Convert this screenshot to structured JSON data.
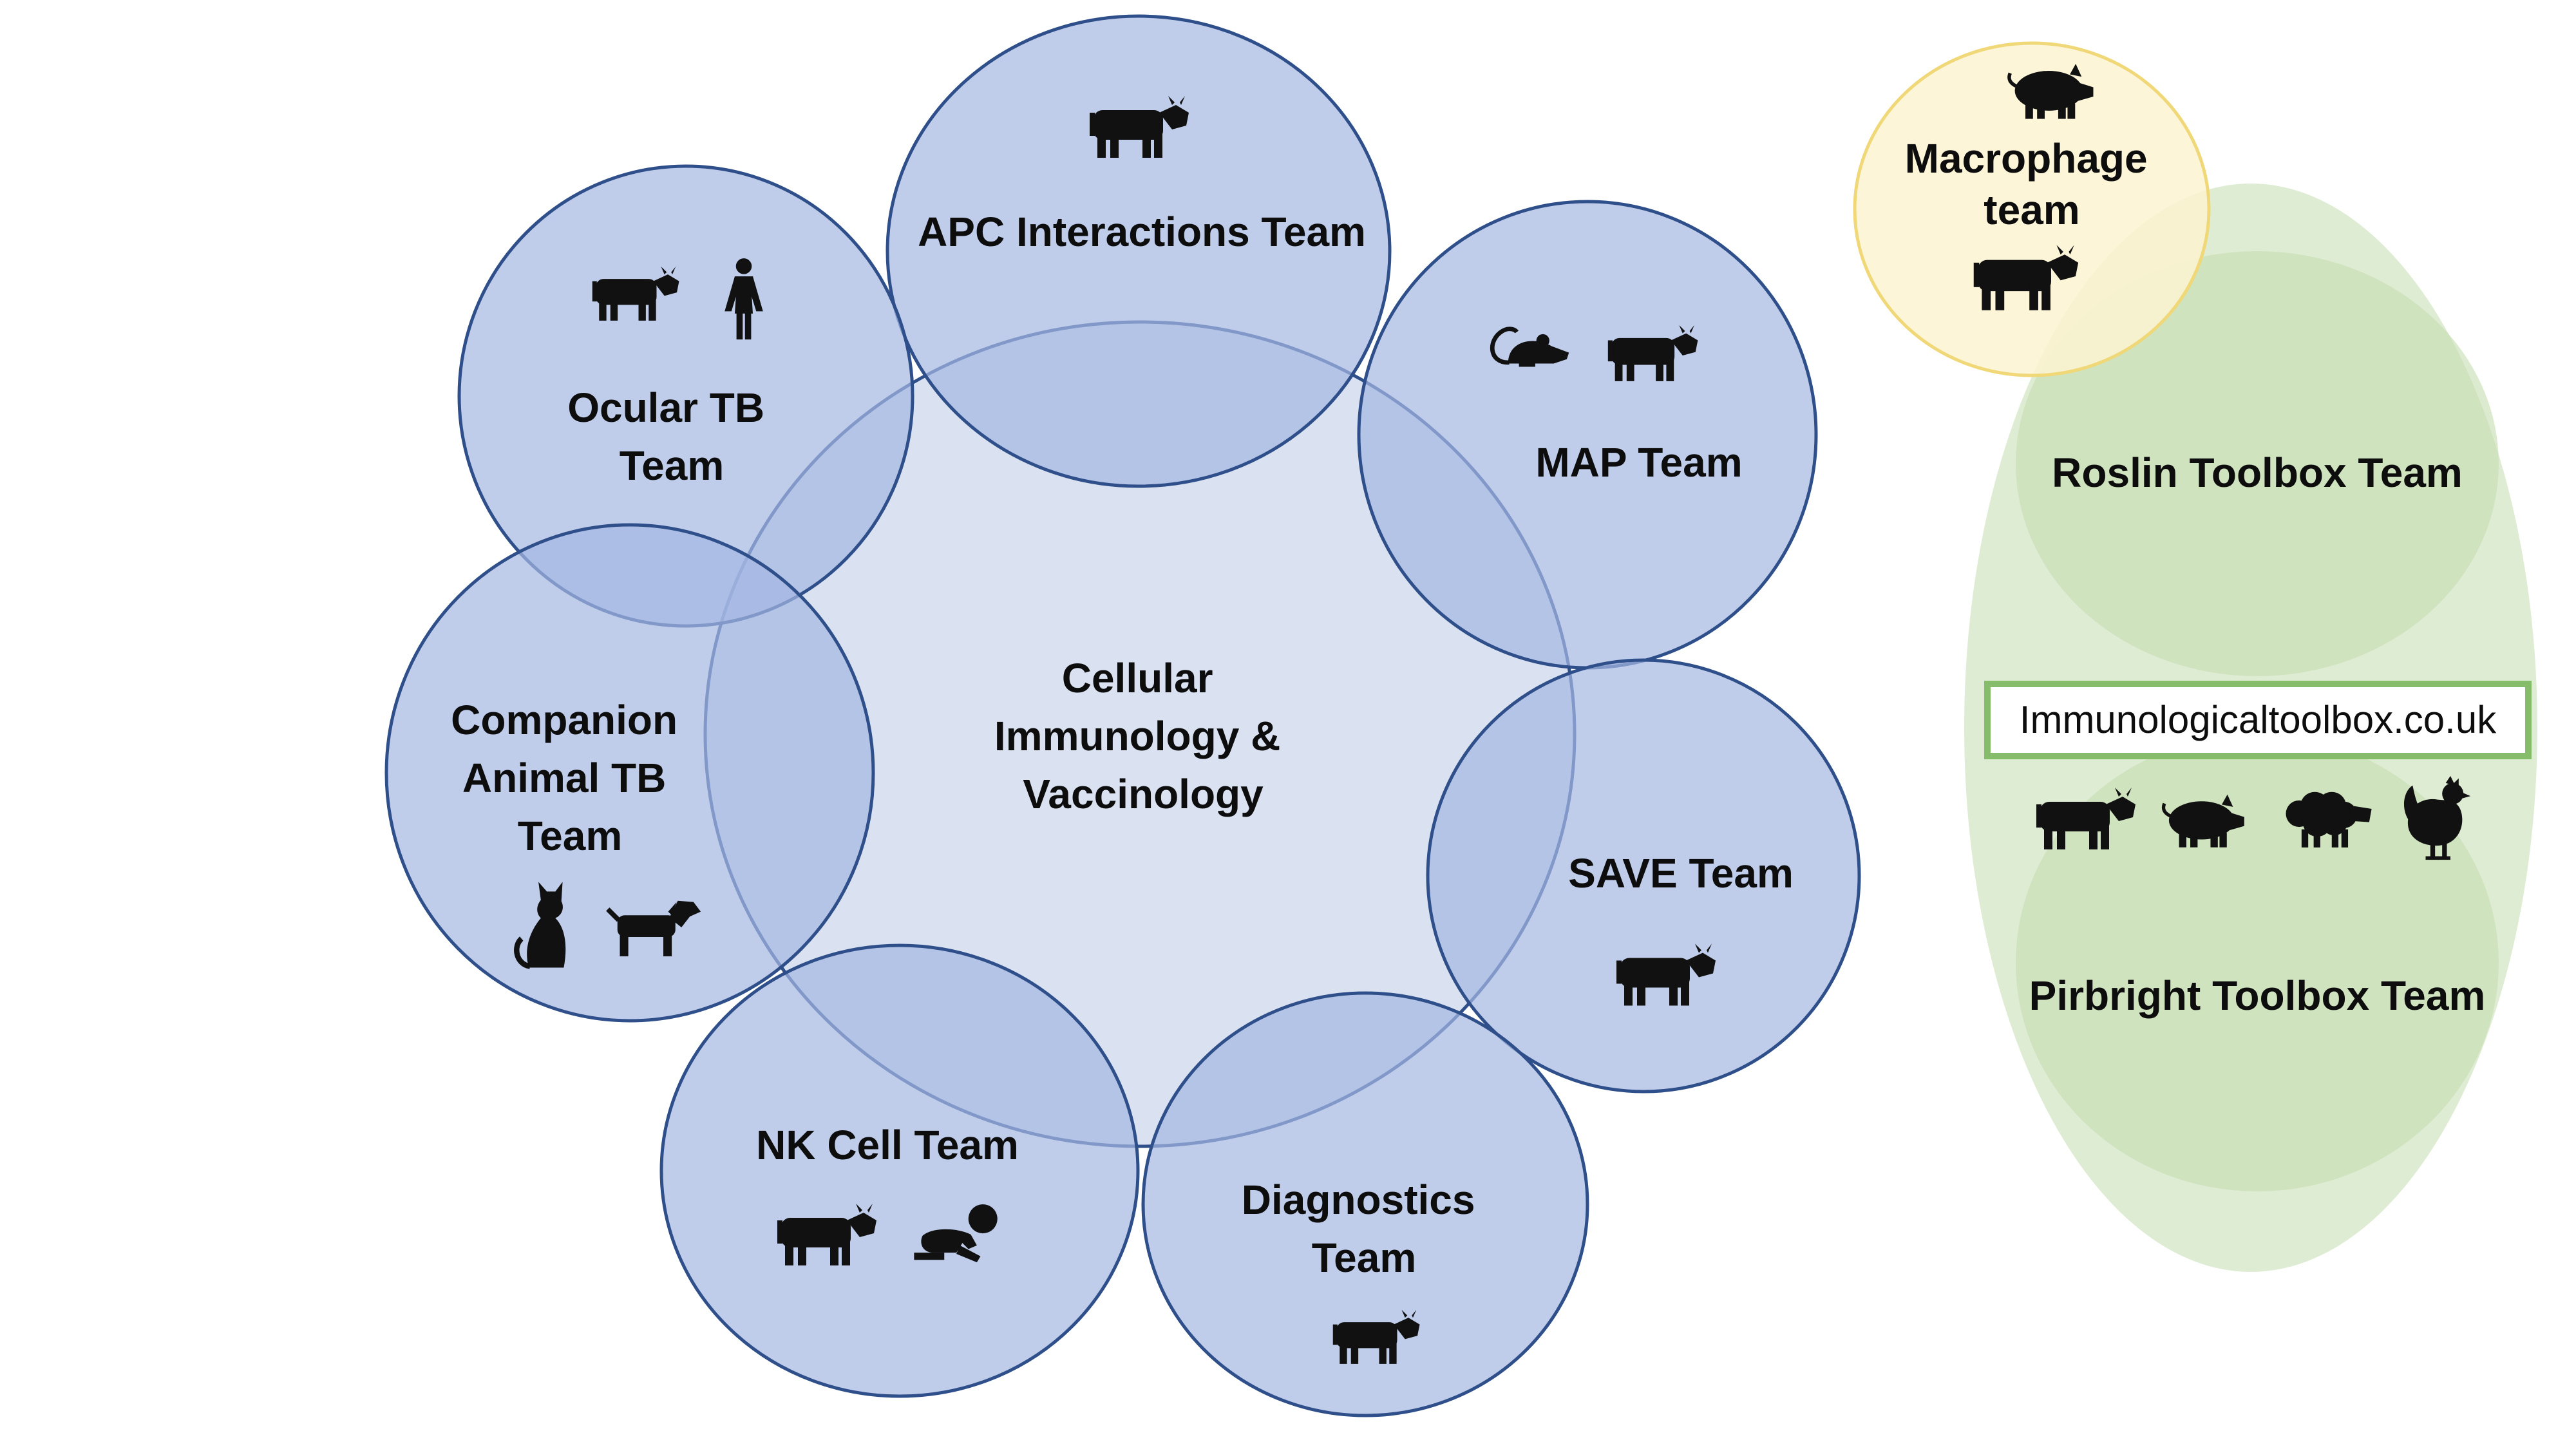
{
  "colors": {
    "center_fill": "#dae2f2",
    "team_fill": "#a4b8e2",
    "team_stroke": "#2f4f8a",
    "macrophage_fill": "#fdf3d0",
    "macrophage_stroke": "#f0d878",
    "toolbox_fill": "#c5ddb0",
    "link_border": "#86bd6a",
    "icon": "#111111"
  },
  "center": {
    "lines": [
      "Cellular",
      "Immunology &",
      "Vaccinology"
    ]
  },
  "teams": {
    "apc": {
      "lines": [
        "APC Interactions Team"
      ],
      "icons": [
        "cow-icon"
      ]
    },
    "ocular": {
      "lines": [
        "Ocular TB",
        "Team"
      ],
      "icons": [
        "cow-icon",
        "person-icon"
      ]
    },
    "map": {
      "lines": [
        "MAP Team"
      ],
      "icons": [
        "mouse-icon",
        "cow-icon"
      ]
    },
    "companion": {
      "lines": [
        "Companion",
        "Animal TB",
        "Team"
      ],
      "icons": [
        "cat-icon",
        "dog-icon"
      ]
    },
    "save": {
      "lines": [
        "SAVE Team"
      ],
      "icons": [
        "cow-icon"
      ]
    },
    "nk": {
      "lines": [
        "NK Cell Team"
      ],
      "icons": [
        "cow-icon",
        "baby-icon"
      ]
    },
    "diagnostics": {
      "lines": [
        "Diagnostics",
        "Team"
      ],
      "icons": [
        "cow-icon"
      ]
    }
  },
  "macrophage": {
    "lines": [
      "Macrophage",
      "team"
    ],
    "icons": [
      "pig-icon",
      "cow-icon"
    ]
  },
  "toolbox": {
    "roslin": {
      "label": "Roslin Toolbox Team"
    },
    "pirbright": {
      "label": "Pirbright Toolbox Team"
    },
    "link": {
      "text": "Immunologicaltoolbox.co.uk"
    },
    "icons": [
      "cow-icon",
      "pig-icon",
      "sheep-icon",
      "chicken-icon"
    ]
  }
}
